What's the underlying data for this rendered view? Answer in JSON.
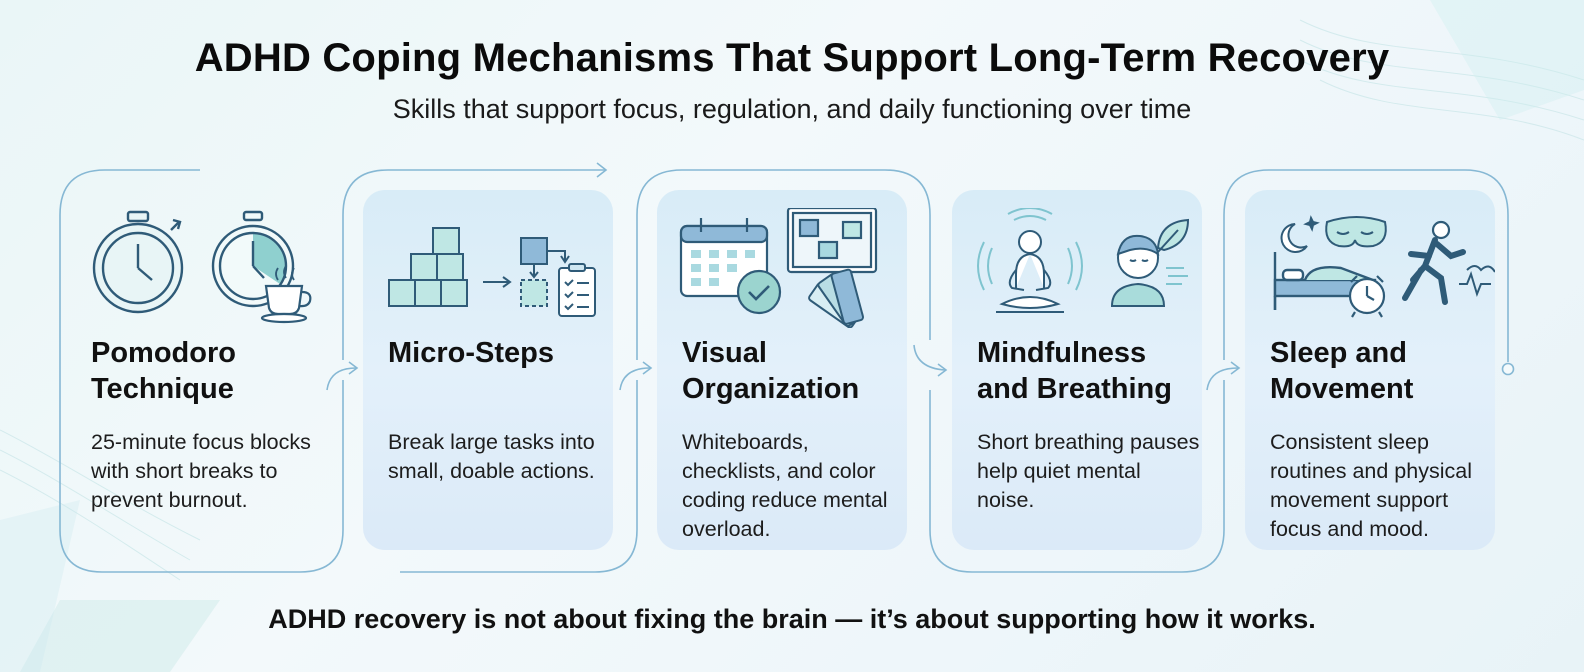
{
  "header": {
    "title": "ADHD Coping Mechanisms That Support Long-Term Recovery",
    "subtitle": "Skills that support focus, regulation, and daily functioning over time"
  },
  "steps": [
    {
      "title_line1": "Pomodoro",
      "title_line2": "Technique",
      "description": "25-minute focus blocks with short breaks to prevent burnout.",
      "icons": [
        "timer-icon",
        "stopwatch-icon",
        "coffee-cup-icon"
      ]
    },
    {
      "title_line1": "Micro-Steps",
      "title_line2": "",
      "description": "Break large tasks into small, doable actions.",
      "icons": [
        "stacked-blocks-icon",
        "flow-steps-icon",
        "checklist-icon"
      ]
    },
    {
      "title_line1": "Visual",
      "title_line2": "Organization",
      "description": "Whiteboards, checklists, and color coding reduce mental overload.",
      "icons": [
        "calendar-icon",
        "whiteboard-icon",
        "color-swatch-icon"
      ]
    },
    {
      "title_line1": "Mindfulness",
      "title_line2": "and Breathing",
      "description": "Short breathing pauses help quiet mental noise.",
      "icons": [
        "meditation-icon",
        "breathing-face-icon",
        "leaf-icon"
      ]
    },
    {
      "title_line1": "Sleep and",
      "title_line2": "Movement",
      "description": "Consistent sleep routines and physical movement support focus and mood.",
      "icons": [
        "moon-stars-icon",
        "sleep-mask-icon",
        "bed-icon",
        "alarm-clock-icon",
        "runner-icon"
      ]
    }
  ],
  "footer": {
    "message": "ADHD recovery is not about fixing the brain — it’s about supporting how it works."
  },
  "colors": {
    "line": "#7fb3d0",
    "icon_stroke": "#2f5b78",
    "icon_fill": "#a9dcdb",
    "card_shade": "#dbeaf8"
  }
}
